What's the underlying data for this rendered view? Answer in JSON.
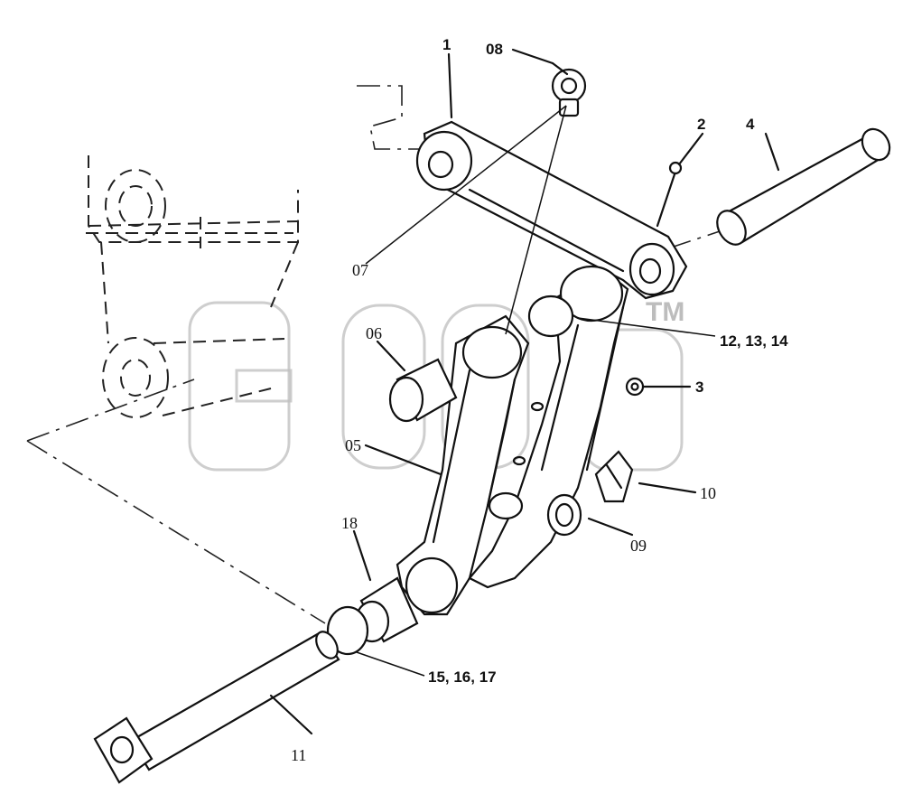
{
  "watermark": {
    "mark": "TM"
  },
  "callouts": [
    {
      "id": "1",
      "text": "1"
    },
    {
      "id": "08",
      "text": "08"
    },
    {
      "id": "2",
      "text": "2"
    },
    {
      "id": "4",
      "text": "4"
    },
    {
      "id": "07",
      "text": "07"
    },
    {
      "id": "06",
      "text": "06"
    },
    {
      "id": "12-13-14",
      "text": "12, 13, 14"
    },
    {
      "id": "3",
      "text": "3"
    },
    {
      "id": "05",
      "text": "05"
    },
    {
      "id": "10",
      "text": "10"
    },
    {
      "id": "09",
      "text": "09"
    },
    {
      "id": "18",
      "text": "18"
    },
    {
      "id": "15-16-17",
      "text": "15, 16, 17"
    },
    {
      "id": "11",
      "text": "11"
    }
  ]
}
